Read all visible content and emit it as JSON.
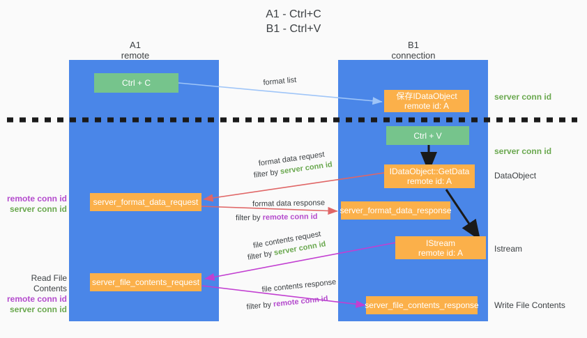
{
  "title": {
    "line1": "A1 - Ctrl+C",
    "line2": "B1 - Ctrl+V"
  },
  "columns": [
    {
      "name": "A1",
      "sub": "remote"
    },
    {
      "name": "B1",
      "sub": "connection"
    }
  ],
  "nodes": {
    "ctrl_c": "Ctrl + C",
    "ctrl_v": "Ctrl + V",
    "save_idataobject_l1": "保存IDataObject",
    "save_idataobject_l2": "remote id: A",
    "getdata_l1": "IDataObject::GetData",
    "getdata_l2": "remote id: A",
    "istream_l1": "IStream",
    "istream_l2": "remote id: A",
    "server_format_data_request": "server_format_data_request",
    "server_format_data_response": "server_format_data_response",
    "server_file_contents_request": "server_file_contents_request",
    "server_file_contents_response": "server_file_contents_response"
  },
  "edges": {
    "format_list": "format list",
    "format_data_request": "format data request",
    "format_data_response": "format data response",
    "file_contents_request": "file contents request",
    "file_contents_response": "file contents response",
    "filter_by": "filter by",
    "server_conn_id": "server conn id",
    "remote_conn_id": "remote conn id"
  },
  "annotations": {
    "server_conn_id_top": "server conn id",
    "server_conn_id_mid": "server conn id",
    "dataobject": "DataObject",
    "istream": "Istream",
    "write_file_contents": "Write File Contents",
    "read_file_contents": "Read File Contents",
    "remote_conn_id": "remote conn id",
    "server_conn_id": "server conn id"
  },
  "colors": {
    "panel_blue": "#4a86e8",
    "node_green": "#76c48c",
    "node_orange": "#fbb04a",
    "accent_green_text": "#6aa84f",
    "accent_purple_text": "#b44bcd",
    "arrow_light_blue": "#9fc5f8",
    "arrow_red": "#e06666",
    "arrow_magenta": "#c23fd1",
    "arrow_black": "#1a1a1a",
    "background": "#fafafa"
  }
}
